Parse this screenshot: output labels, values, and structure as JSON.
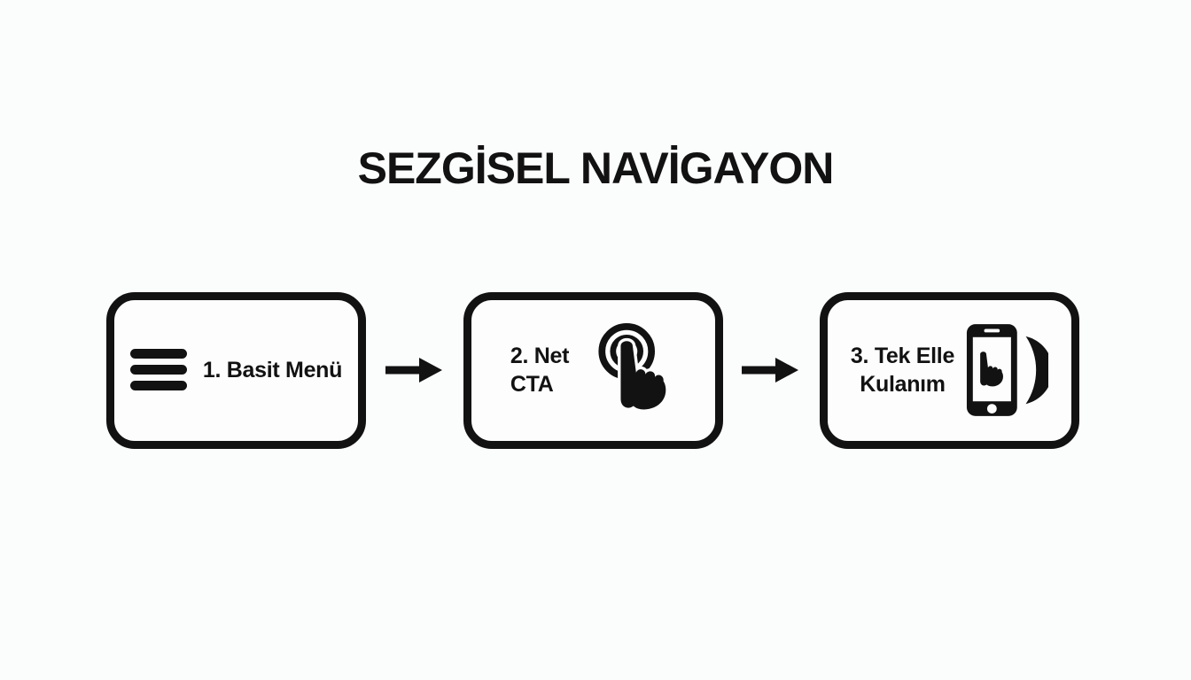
{
  "title": "SEZGİSEL NAVİGAYON",
  "colors": {
    "background": "#fbfcfc",
    "panel": "#fdfdfd",
    "ink": "#121212"
  },
  "steps": [
    {
      "icon": "hamburger-menu-icon",
      "lines": [
        "1. Basit Menü"
      ]
    },
    {
      "icon": "tap-gesture-icon",
      "lines": [
        "2. Net",
        "CTA"
      ]
    },
    {
      "icon": "one-hand-phone-icon",
      "lines": [
        "3. Tek Elle",
        "Kulanım"
      ]
    }
  ],
  "connector": {
    "icon": "arrow-right-icon"
  }
}
